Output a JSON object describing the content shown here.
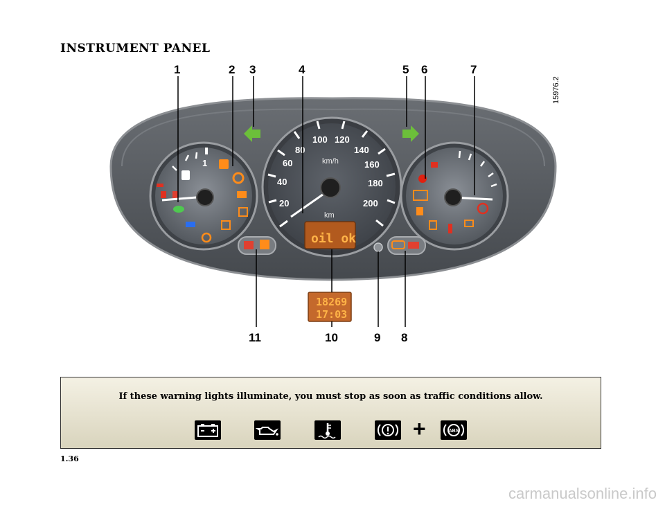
{
  "page": {
    "title": "INSTRUMENT PANEL",
    "page_number": "1.36",
    "watermark": "carmanualsonline.info"
  },
  "diagram": {
    "reference": "15976.2",
    "callouts_top": [
      "1",
      "2",
      "3",
      "4",
      "5",
      "6",
      "7"
    ],
    "callouts_bottom": [
      "11",
      "10",
      "9",
      "8"
    ],
    "speedometer": {
      "ticks": [
        "20",
        "40",
        "60",
        "80",
        "100",
        "120",
        "140",
        "160",
        "180",
        "200"
      ],
      "unit_top": "km/h",
      "unit_bottom": "km",
      "lcd_text": "oil ok"
    },
    "fuel_gauge": {
      "label": "1"
    },
    "odometer_display": {
      "mileage": "18269",
      "time": "17:03"
    }
  },
  "warning": {
    "text": "If these warning lights illuminate, you must stop as soon as traffic conditions allow.",
    "icons": [
      "battery-icon",
      "oil-pressure-icon",
      "coolant-temperature-icon",
      "brake-warning-icon",
      "abs-icon"
    ],
    "plus": "+",
    "abs_label": "ABS"
  }
}
